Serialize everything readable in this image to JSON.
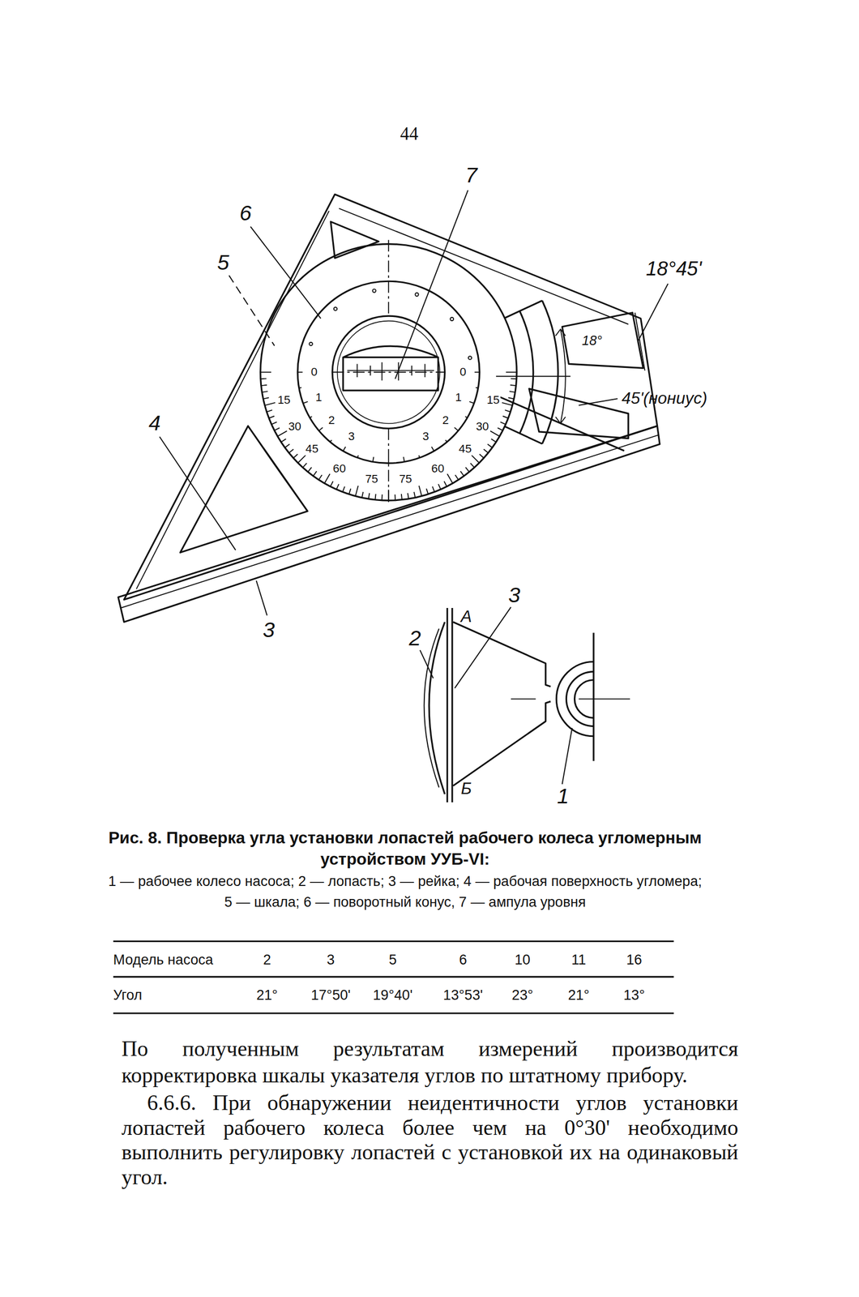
{
  "diagram": {
    "caption": "Рис. 8. Проверка угла установки лопастей рабочего колеса угломерным устройством УУБ-VI:",
    "labels": [
      "44",
      "7",
      "6",
      "5",
      "4",
      "3",
      "18°45'",
      "18°",
      "45'(нониус)",
      "15",
      "30",
      "45",
      "60",
      "75",
      "75",
      "60",
      "45",
      "30",
      "15",
      "0",
      "1",
      "2",
      "3",
      "3",
      "2",
      "1",
      "0",
      "3",
      "2",
      "А",
      "Б",
      "1",
      "1 — рабочее колесо насоса; 2 — лопасть; 3 — рейка; 4 — рабочая поверхность угломера; 5 — шкала; 6 — поворотный конус, 7 — ампула уровня",
      "Модель насоса",
      "2",
      "3",
      "5",
      "6",
      "10",
      "11",
      "16",
      "Угол",
      "21°",
      "17°50'",
      "19°40'",
      "13°53'",
      "23°",
      "21°",
      "13°",
      "По полученным результатам измерений производится корректировка шкалы указателя углов по штатному прибору.",
      "6.6.6. При обнаружении неидентичности углов установки лопастей рабочего колеса более чем на 0°30' необходимо выполнить регулировку лопастей с установкой их на одинаковый угол."
    ]
  }
}
